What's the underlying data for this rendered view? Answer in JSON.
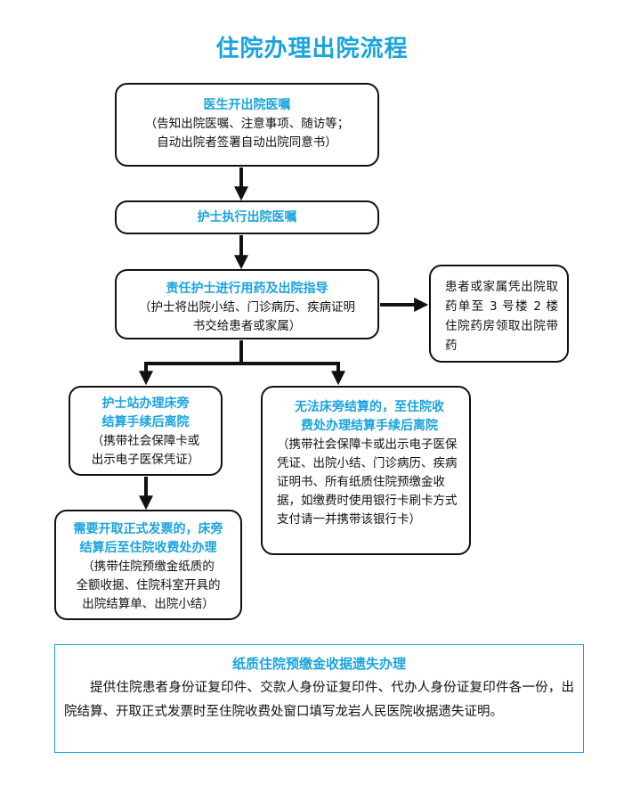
{
  "title": "住院办理出院流程",
  "steps": {
    "doctor_order": {
      "title": "医生开出院医嘱",
      "desc": "（告知出院医嘱、注意事项、随访等；\n自动出院者签署自动出院同意书）"
    },
    "nurse_execute": {
      "title": "护士执行出院医嘱"
    },
    "nurse_guidance": {
      "title": "责任护士进行用药及出院指导",
      "desc": "（护士将出院小结、门诊病历、疾病证明\n书交给患者或家属）"
    },
    "pharmacy": {
      "desc": "患者或家属凭出院取药单至 3 号楼 2 楼住院药房领取出院带药"
    },
    "bedside_settle": {
      "title": "护士站办理床旁\n结算手续后离院",
      "desc": "（携带社会保障卡或\n出示电子医保凭证）"
    },
    "cashier_settle": {
      "title": "无法床旁结算的，至住院收\n费处办理结算手续后离院",
      "desc": "（携带社会保障卡或出示电子医保凭证、出院小结、门诊病历、疾病证明书、所有纸质住院预缴金收据，如缴费时使用银行卡刷卡方式支付请一并携带该银行卡）"
    },
    "invoice": {
      "title": "需要开取正式发票的，床旁\n结算后至住院收费处办理",
      "desc": "（携带住院预缴金纸质的\n全额收据、住院科室开具的\n出院结算单、出院小结）"
    }
  },
  "note": {
    "title": "纸质住院预缴金收据遗失办理",
    "body": "提供住院患者身份证复印件、交款人身份证复印件、代办人身份证复印件各一份，出院结算、开取正式发票时至住院收费处窗口填写龙岩人民医院收据遗失证明。"
  },
  "colors": {
    "accent": "#1aa3dd",
    "border": "#111111",
    "note_border": "#1aa3dd"
  }
}
